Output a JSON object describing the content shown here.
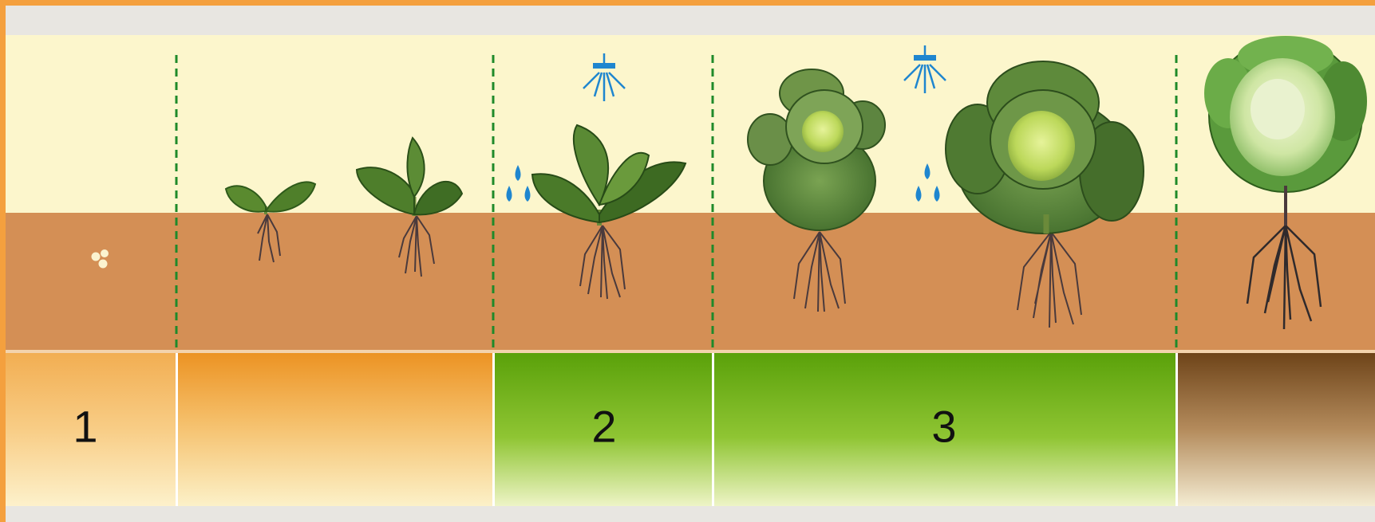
{
  "stages": [
    {
      "number": "1"
    },
    {
      "number": "2"
    },
    {
      "number": "3"
    }
  ],
  "colors": {
    "page_border": "#f4a03e",
    "frame": "#e8e6e1",
    "sky": "#fcf6cc",
    "soil": "#d48f55",
    "soil_line": "#f3d3ad",
    "divider": "#1f8a2a",
    "water": "#1f86cf",
    "stage1_band": "#ee9a2b",
    "stage2_band": "#62a80a",
    "stage3_band": "#62a80a",
    "harvest_band": "#7a4f24",
    "cabbage_outer": "#4f7d33",
    "cabbage_head": "#c8e06a",
    "root": "#4a3a3c"
  },
  "icons": [
    "seed-icon",
    "sprinkler-icon",
    "water-drops-icon",
    "cabbage-seedling-icon",
    "cabbage-head-icon",
    "roots-icon"
  ]
}
